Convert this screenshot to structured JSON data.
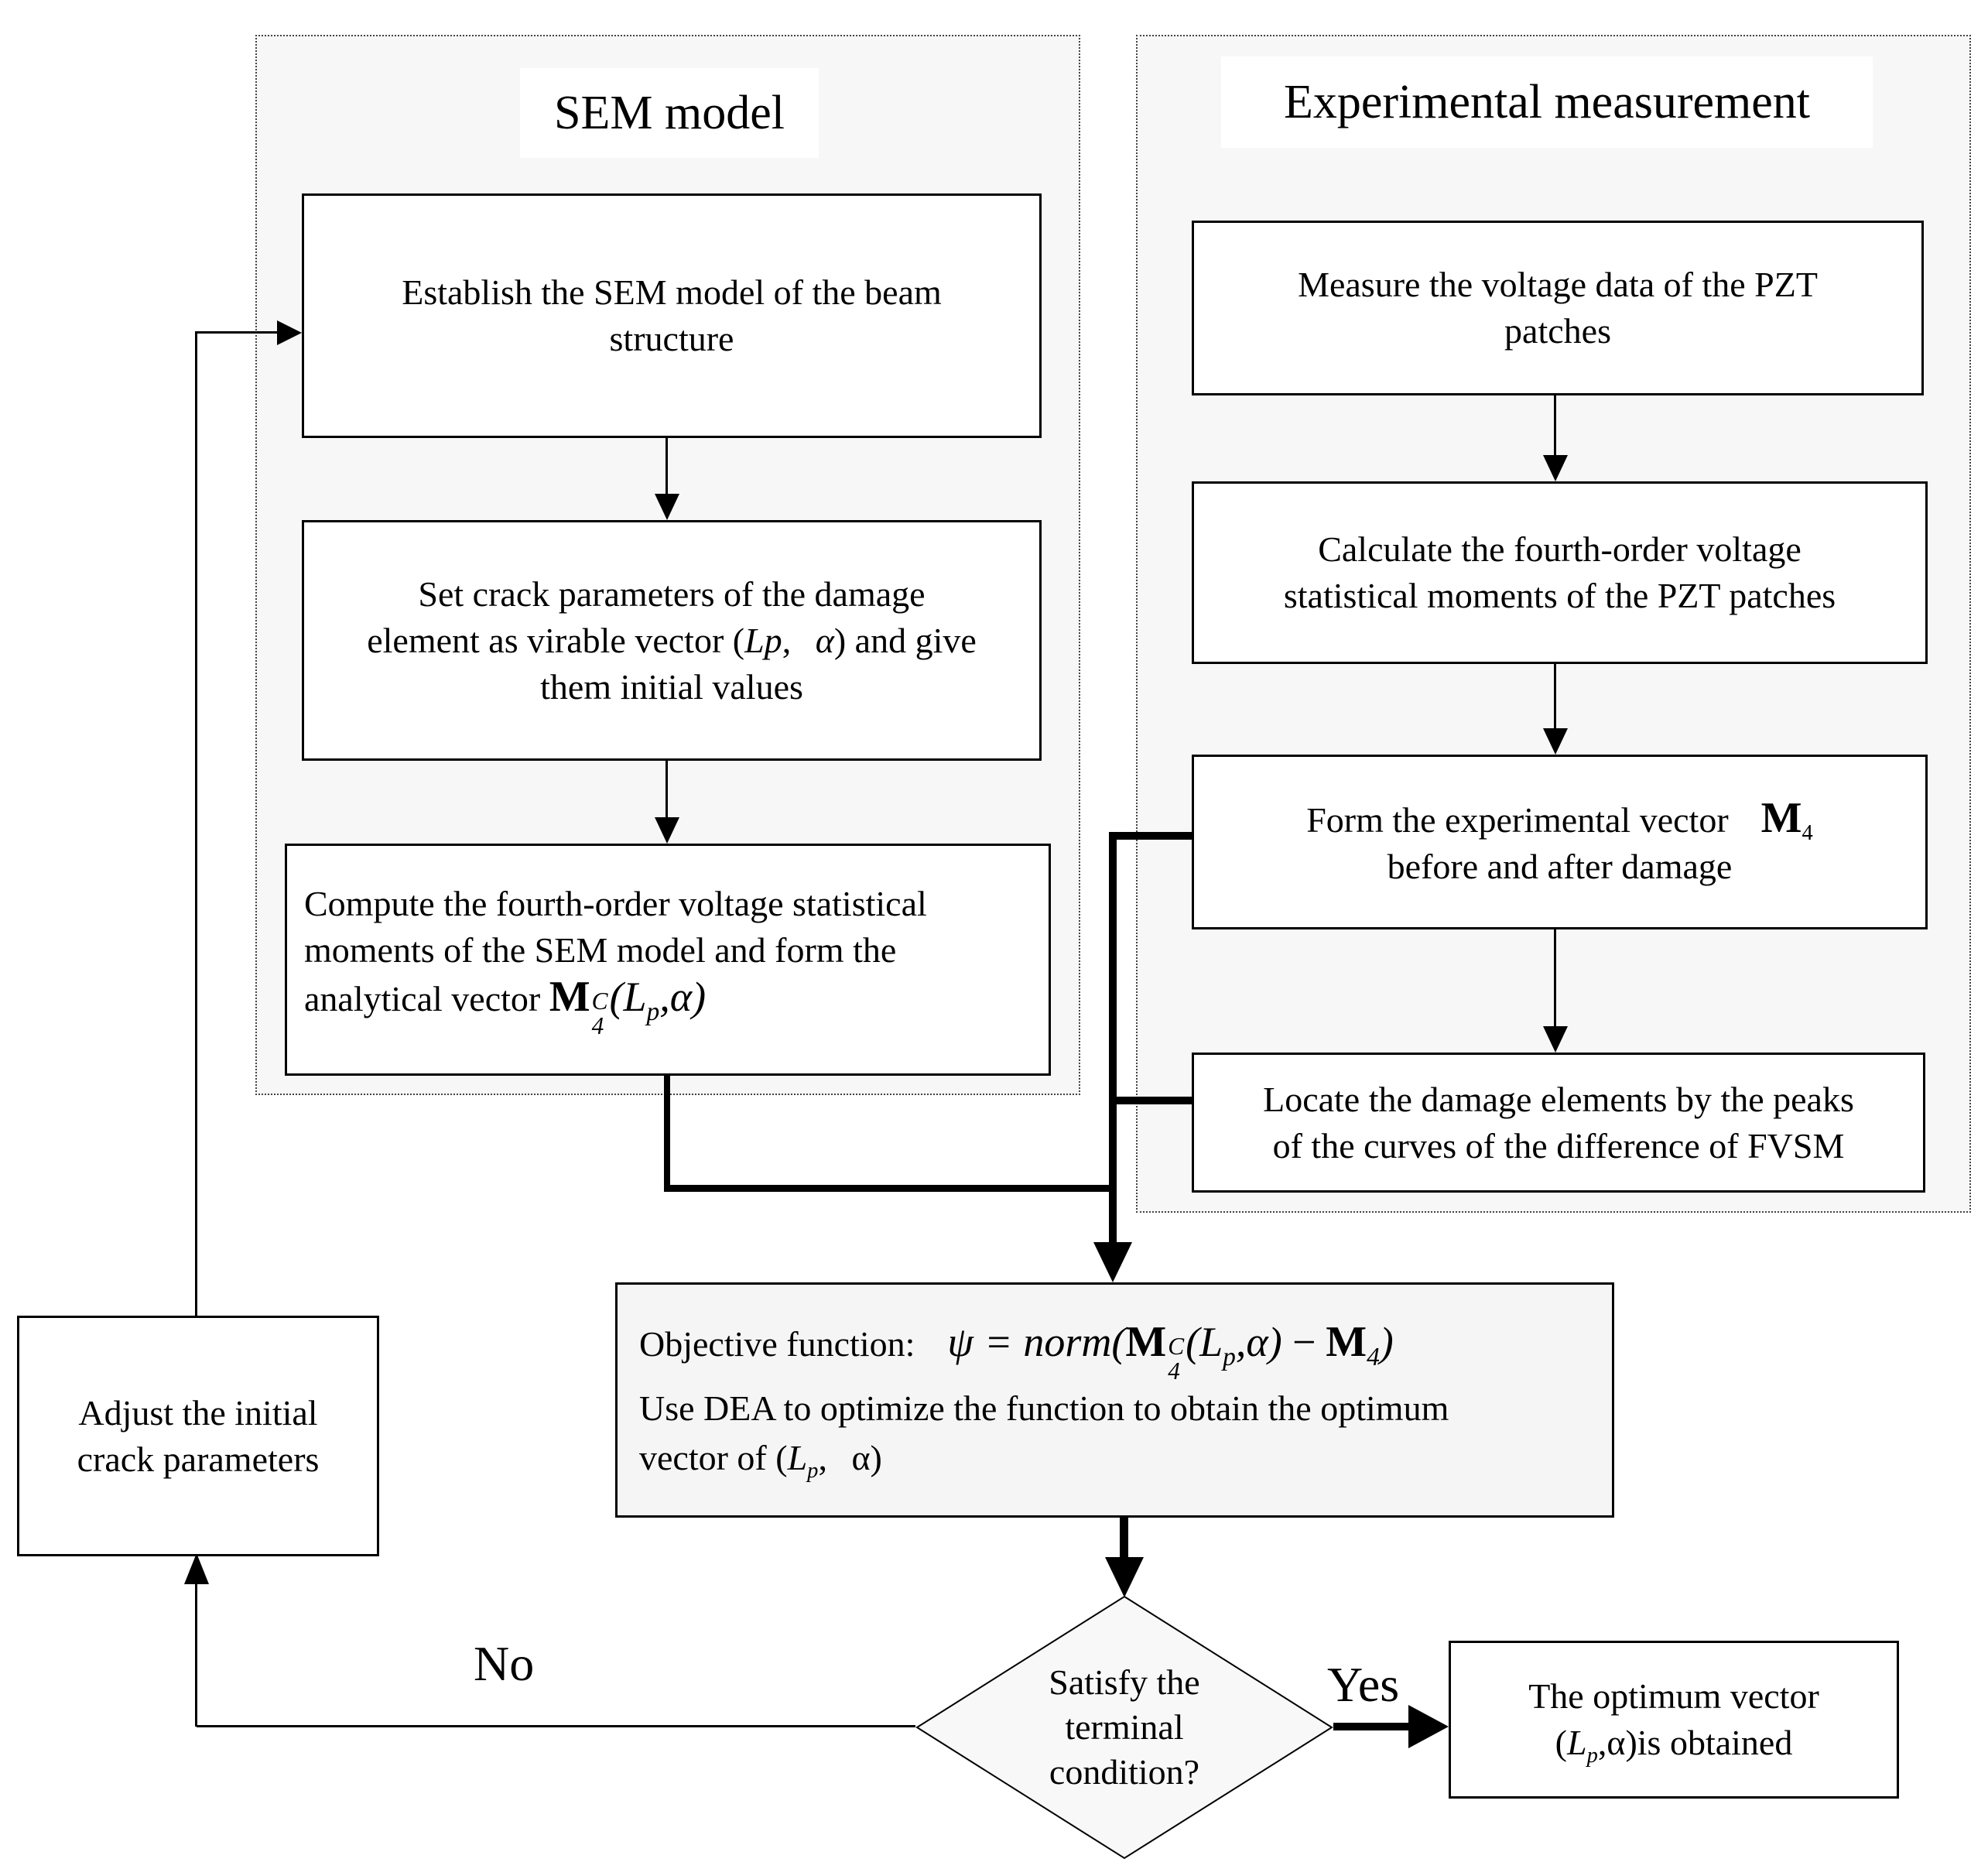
{
  "sem_panel": {
    "title": "SEM model"
  },
  "exp_panel": {
    "title": "Experimental measurement"
  },
  "establish_box": {
    "line1": "Establish the SEM model of the beam",
    "line2": "structure"
  },
  "set_crack_box": {
    "line1": "Set crack parameters of the damage",
    "l2_pre": "element as virable vector (",
    "l2_Lp": "Lp",
    "l2_c": ", ",
    "l2_alpha": "α",
    "l2_post": ") and give",
    "line3": "them initial values"
  },
  "compute_box": {
    "line1": "Compute the fourth-order voltage statistical",
    "line2": "moments of the SEM model and form the",
    "l3_pre": "analytical vector ",
    "l3_M": "M",
    "l3_supC": "C",
    "l3_sub4": "4",
    "l3_p1": "(",
    "l3_L": "L",
    "l3_subp": "p",
    "l3_c": ",",
    "l3_alpha": "α",
    "l3_p2": ")"
  },
  "measure_box": {
    "line1": "Measure the voltage data of the PZT",
    "line2": "patches"
  },
  "calculate_box": {
    "line1": "Calculate the fourth-order voltage",
    "line2": "statistical moments of the PZT patches"
  },
  "form_box": {
    "l1_pre": "Form the experimental vector",
    "l1_M": "M",
    "l1_sub4": "4",
    "line2": "before and after damage"
  },
  "locate_box": {
    "line1": "Locate the damage elements by the peaks",
    "line2": "of the curves of the difference of FVSM"
  },
  "objective_box": {
    "label": "Objective function:",
    "f_psi": "ψ",
    "f_eq": "=",
    "f_norm": "norm",
    "f_p1": "(",
    "f_M1": "M",
    "f_supC": "C",
    "f_sub4": "4",
    "f_p2": "(",
    "f_L": "L",
    "f_subp": "p",
    "f_c1": ",",
    "f_alpha": "α",
    "f_p3": ")",
    "f_minus": "−",
    "f_M2": "M",
    "f_sub4b": "4",
    "f_p4": ")",
    "line2": "Use DEA to optimize the function to obtain the optimum",
    "l3_pre": "vector of (",
    "l3_L": "L",
    "l3_subp": "p",
    "l3_c": ", ",
    "l3_alpha": "α",
    "l3_post": ")"
  },
  "adjust_box": {
    "line1": "Adjust the initial",
    "line2": "crack parameters"
  },
  "decision_diamond": {
    "line1": "Satisfy the",
    "line2": "terminal",
    "line3": "condition?"
  },
  "optimum_box": {
    "line1": "The optimum vector",
    "l2_pre": "(",
    "l2_L": "L",
    "l2_subp": "p",
    "l2_c": ",",
    "l2_alpha": "α",
    "l2_post": ")is obtained"
  },
  "edge_labels": {
    "yes": "Yes",
    "no": "No"
  },
  "colors": {
    "panel_bg": "#f7f7f7",
    "objective_bg": "#f5f5f5",
    "diamond_bg": "#f8f8f8",
    "line": "#000000"
  }
}
